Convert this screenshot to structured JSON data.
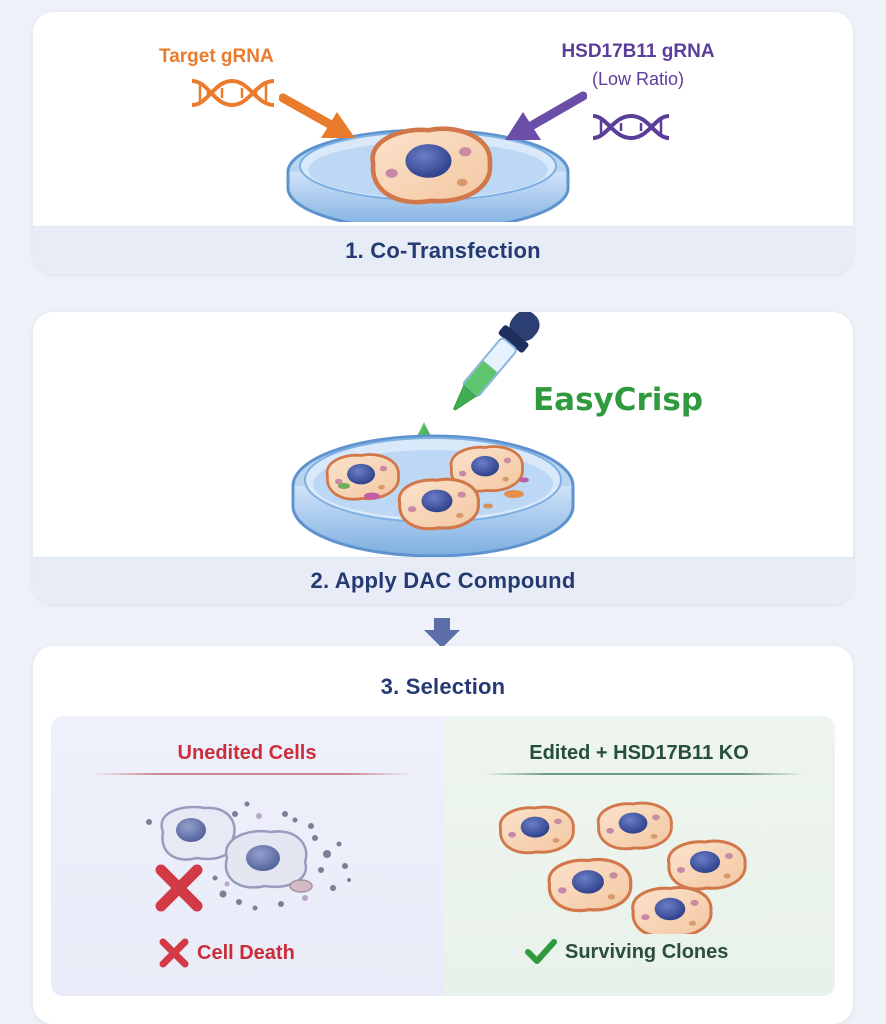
{
  "step1": {
    "title": "1. Co-Transfection",
    "target_label": "Target gRNA",
    "hsd_label": "HSD17B11 gRNA",
    "hsd_sublabel": "(Low Ratio)"
  },
  "step2": {
    "title": "2. Apply DAC Compound",
    "brand_label": "EasyCrisp"
  },
  "step3": {
    "title": "3. Selection",
    "left": {
      "title": "Unedited Cells",
      "outcome": "Cell Death",
      "outcome_icon": "cross-icon"
    },
    "right": {
      "title": "Edited + HSD17B11 KO",
      "outcome": "Surviving Clones",
      "outcome_icon": "check-icon"
    }
  },
  "colors": {
    "title_navy": "#253a72",
    "target_orange": "#ea7b2c",
    "hsd_purple": "#5b3e9a",
    "easycrisp_green": "#2f9a3e",
    "death_red": "#cc2f3c",
    "survive_green": "#2a4e3b"
  }
}
